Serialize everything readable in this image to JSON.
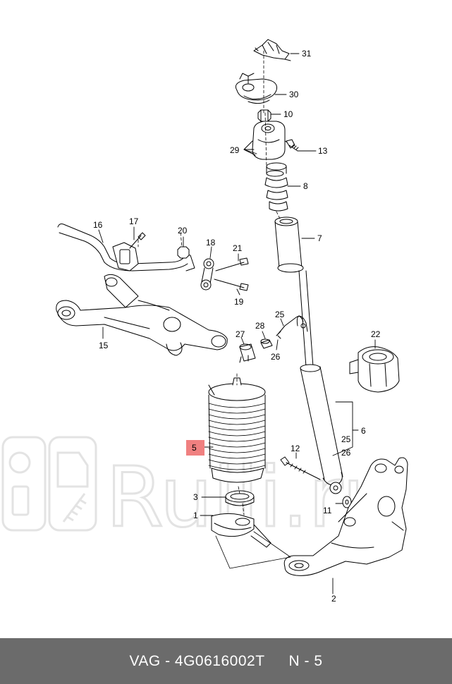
{
  "labels": {
    "l1": "1",
    "l2": "2",
    "l3": "3",
    "l5": "5",
    "l6": "6",
    "l7": "7",
    "l8": "8",
    "l10": "10",
    "l11": "11",
    "l12": "12",
    "l13": "13",
    "l15": "15",
    "l16": "16",
    "l17": "17",
    "l18": "18",
    "l19": "19",
    "l20": "20",
    "l21": "21",
    "l22": "22",
    "l25a": "25",
    "l25b": "25",
    "l26a": "26",
    "l26b": "26",
    "l27": "27",
    "l28": "28",
    "l29": "29",
    "l30": "30",
    "l31": "31"
  },
  "watermark": {
    "text": "Rulli.ru"
  },
  "colors": {
    "highlight": "#f08080",
    "footer_bg": "#6b6b6b",
    "line": "#000000"
  },
  "footer": {
    "brand": "VAG",
    "dash": "-",
    "part_number": "4G0616002T",
    "n_label": "N",
    "n_value": "5"
  }
}
